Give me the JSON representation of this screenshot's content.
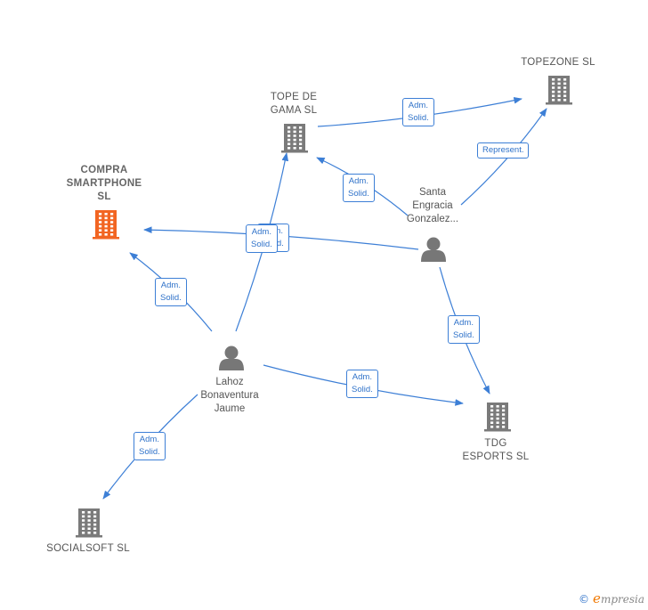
{
  "colors": {
    "edge": "#3d7fd6",
    "building": "#7a7a7a",
    "building_focus": "#f26522",
    "person": "#777777",
    "label_text": "#555555"
  },
  "nodes": [
    {
      "id": "compra",
      "kind": "company",
      "focus": true,
      "label": "COMPRA\nSMARTPHONE\nSL"
    },
    {
      "id": "tope_gama",
      "kind": "company",
      "label": "TOPE DE\nGAMA  SL"
    },
    {
      "id": "topezone",
      "kind": "company",
      "label": "TOPEZONE  SL"
    },
    {
      "id": "tdg",
      "kind": "company",
      "label": "TDG\nESPORTS  SL"
    },
    {
      "id": "socialsoft",
      "kind": "company",
      "label": "SOCIALSOFT SL"
    },
    {
      "id": "santa",
      "kind": "person",
      "label": "Santa\nEngracia\nGonzalez..."
    },
    {
      "id": "lahoz",
      "kind": "person",
      "label": "Lahoz\nBonaventura\nJaume"
    }
  ],
  "edges": [
    {
      "from": "lahoz",
      "to": "compra",
      "label": "Adm.\nSolid."
    },
    {
      "from": "lahoz",
      "to": "tope_gama",
      "label": "Adm.\nSolid."
    },
    {
      "from": "lahoz",
      "to": "tdg",
      "label": "Adm.\nSolid."
    },
    {
      "from": "lahoz",
      "to": "socialsoft",
      "label": "Adm.\nSolid."
    },
    {
      "from": "santa",
      "to": "compra",
      "label": "Adm.\nSolid."
    },
    {
      "from": "santa",
      "to": "tope_gama",
      "label": "Adm.\nSolid."
    },
    {
      "from": "santa",
      "to": "topezone",
      "label": "Represent."
    },
    {
      "from": "santa",
      "to": "tdg",
      "label": "Adm.\nSolid."
    },
    {
      "from": "tope_gama",
      "to": "topezone",
      "label": "Adm.\nSolid."
    }
  ],
  "footer": {
    "copyright_symbol": "©",
    "brand_initial": "e",
    "brand_rest": "mpresia"
  }
}
